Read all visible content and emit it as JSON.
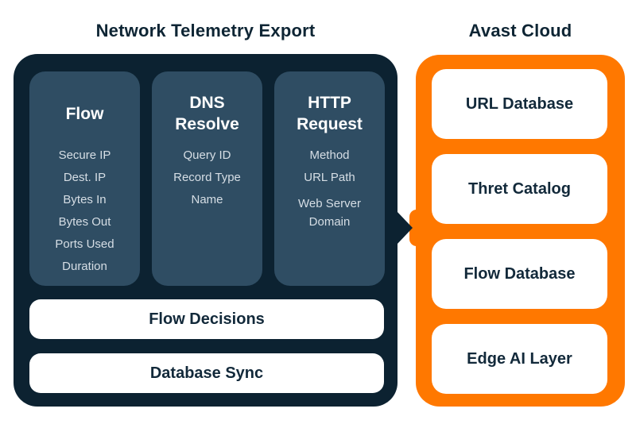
{
  "titles": {
    "left": "Network Telemetry Export",
    "right": "Avast Cloud"
  },
  "left_panel": {
    "columns": [
      {
        "title": "Flow",
        "items": [
          "Secure IP",
          "Dest. IP",
          "Bytes In",
          "Bytes Out",
          "Ports Used",
          "Duration"
        ]
      },
      {
        "title": "DNS Resolve",
        "items": [
          "Query ID",
          "Record Type",
          "Name"
        ]
      },
      {
        "title": "HTTP Request",
        "items": [
          "Method",
          "URL Path",
          "Web Server Domain"
        ]
      }
    ],
    "bars": [
      {
        "label": "Flow Decisions"
      },
      {
        "label": "Database Sync"
      }
    ]
  },
  "right_panel": {
    "cards": [
      {
        "label": "URL Database"
      },
      {
        "label": "Thret Catalog"
      },
      {
        "label": "Flow Database"
      },
      {
        "label": "Edge AI Layer"
      }
    ]
  },
  "colors": {
    "dark_navy": "#0c2231",
    "column_slate": "#2f4d63",
    "brand_orange": "#ff7800",
    "card_text": "#12293a",
    "item_text": "#d6dee5",
    "title_text": "#0e2534"
  }
}
